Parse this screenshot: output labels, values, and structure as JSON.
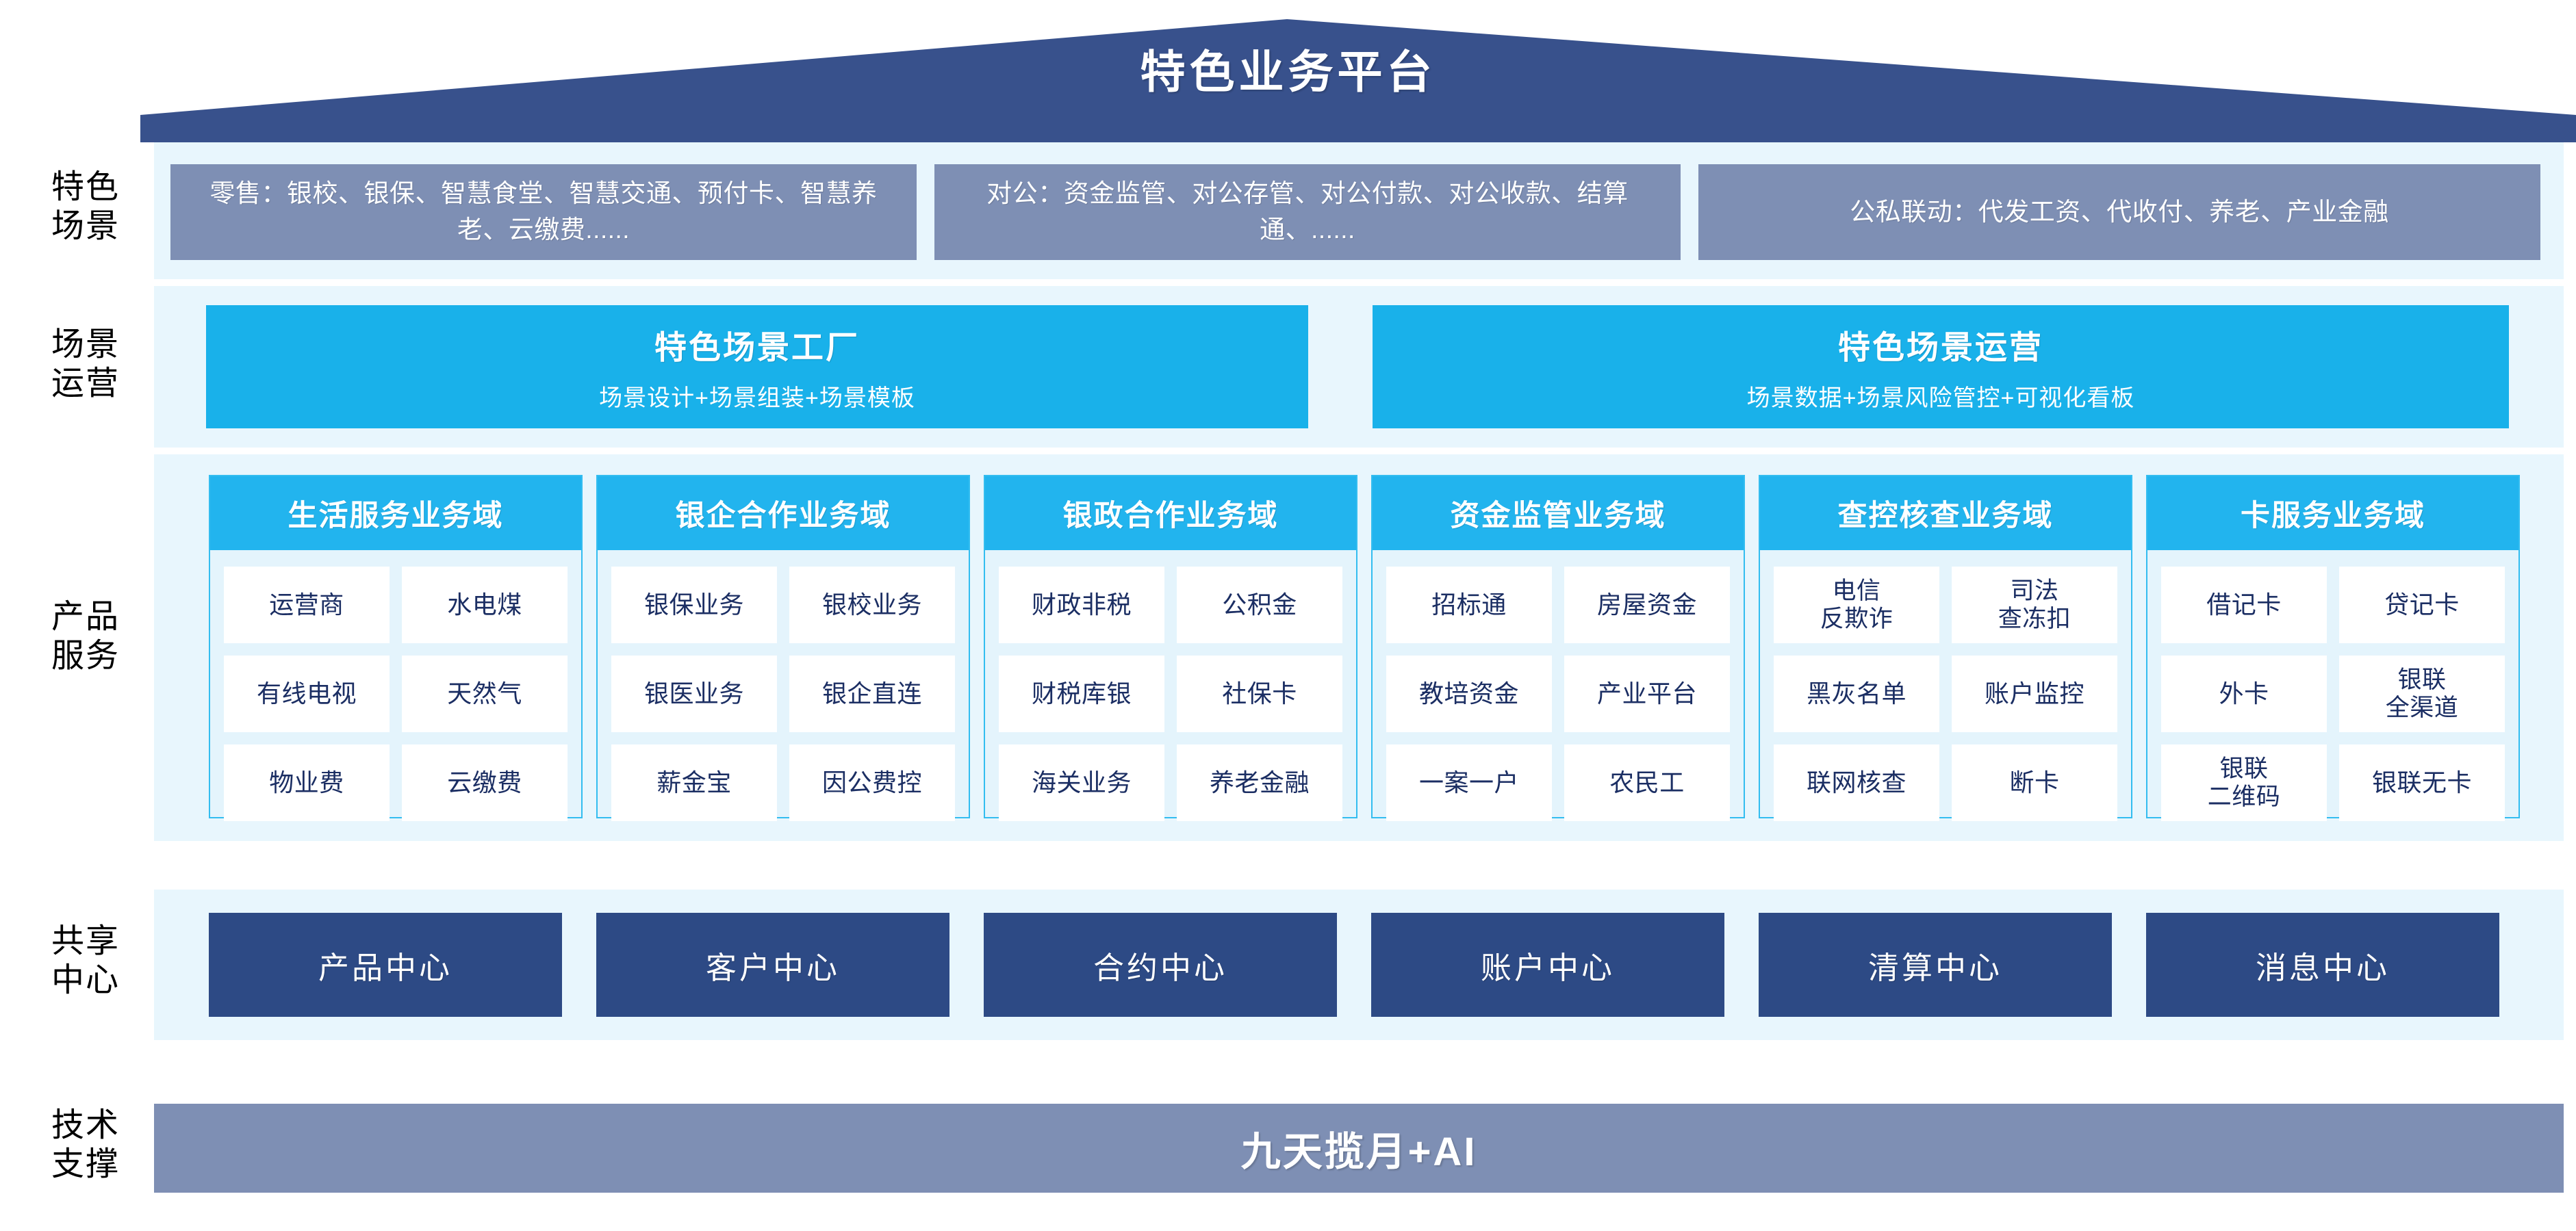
{
  "header": {
    "title": "特色业务平台",
    "roof_color": "#38518c"
  },
  "colors": {
    "roof": "#38518c",
    "panel_bg": "#e8f6fd",
    "scenario_box": "#7e8fb4",
    "ops_box": "#19b1ea",
    "domain_head": "#22b4ee",
    "domain_body": "#e4f4fc",
    "domain_border": "#33bdf0",
    "center_box": "#2d4a85",
    "tech_box": "#7e8fb4",
    "cell_text": "#1b2e63"
  },
  "rows": [
    {
      "label": "特色\n场景",
      "label_line1": "特色",
      "label_line2": "场景",
      "boxes": [
        {
          "text": "零售：银校、银保、智慧食堂、智慧交通、预付卡、智慧养老、云缴费......"
        },
        {
          "text": "对公：资金监管、对公存管、对公付款、对公收款、结算通、......"
        },
        {
          "text": "公私联动：代发工资、代收付、养老、产业金融"
        }
      ]
    },
    {
      "label_line1": "场景",
      "label_line2": "运营",
      "boxes": [
        {
          "title": "特色场景工厂",
          "subtitle": "场景设计+场景组装+场景模板"
        },
        {
          "title": "特色场景运营",
          "subtitle": "场景数据+场景风险管控+可视化看板"
        }
      ]
    },
    {
      "label_line1": "产品",
      "label_line2": "服务",
      "domains": [
        {
          "title": "生活服务业务域",
          "cells": [
            "运营商",
            "水电煤",
            "有线电视",
            "天然气",
            "物业费",
            "云缴费"
          ]
        },
        {
          "title": "银企合作业务域",
          "cells": [
            "银保业务",
            "银校业务",
            "银医业务",
            "银企直连",
            "薪金宝",
            "因公费控"
          ]
        },
        {
          "title": "银政合作业务域",
          "cells": [
            "财政非税",
            "公积金",
            "财税库银",
            "社保卡",
            "海关业务",
            "养老金融"
          ]
        },
        {
          "title": "资金监管业务域",
          "cells": [
            "招标通",
            "房屋资金",
            "教培资金",
            "产业平台",
            "一案一户",
            "农民工"
          ]
        },
        {
          "title": "查控核查业务域",
          "cells": [
            "电信\n反欺诈",
            "司法\n查冻扣",
            "黑灰名单",
            "账户监控",
            "联网核查",
            "断卡"
          ]
        },
        {
          "title": "卡服务业务域",
          "cells": [
            "借记卡",
            "贷记卡",
            "外卡",
            "银联\n全渠道",
            "银联\n二维码",
            "银联无卡"
          ]
        }
      ]
    },
    {
      "label_line1": "共享",
      "label_line2": "中心",
      "centers": [
        "产品中心",
        "客户中心",
        "合约中心",
        "账户中心",
        "清算中心",
        "消息中心"
      ]
    },
    {
      "label_line1": "技术",
      "label_line2": "支撑",
      "tech": "九天揽月+AI"
    }
  ]
}
